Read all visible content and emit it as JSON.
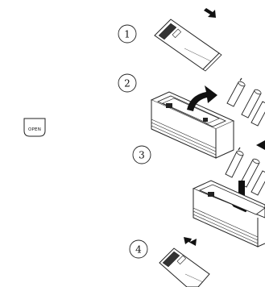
{
  "button": {
    "label": "OPEN"
  },
  "steps": [
    {
      "number": "1"
    },
    {
      "number": "2"
    },
    {
      "number": "3"
    },
    {
      "number": "4"
    }
  ]
}
